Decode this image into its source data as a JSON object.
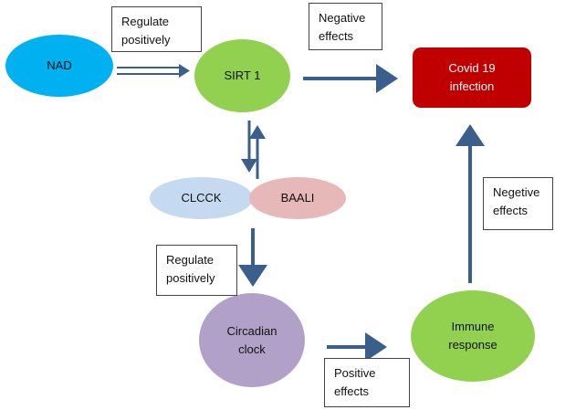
{
  "nodes": {
    "nad": {
      "label": "NAD",
      "color": "#00b0f0"
    },
    "sirt1": {
      "label": "SIRT 1",
      "color": "#92d050"
    },
    "covid": {
      "label": "Covid 19\ninfection",
      "color": "#c00000"
    },
    "clcck": {
      "label": "CLCCK",
      "color": "#c5d9f1"
    },
    "baali": {
      "label": "BAALI",
      "color": "#e6b8b7"
    },
    "circadian": {
      "label": "Circadian\nclock",
      "color": "#b1a0c7"
    },
    "immune": {
      "label": "Immune\nresponse",
      "color": "#92d050"
    }
  },
  "labels": {
    "regulate_top": "Regulate\npositively",
    "negative_top": "Negative\neffects",
    "regulate_mid": "Regulate\npositively",
    "negetive_right": "Negetive\neffects",
    "positive_bottom": "Positive\neffects"
  },
  "colors": {
    "arrow": "#3a5f8c",
    "box_border": "#444444"
  }
}
